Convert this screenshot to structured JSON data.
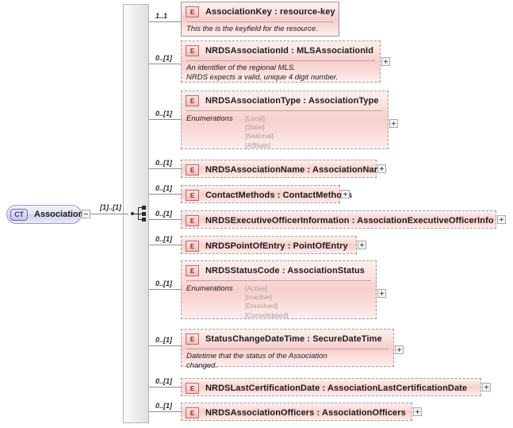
{
  "diagram": {
    "root": {
      "badge": "CT",
      "label": "Association",
      "cardinality": "[1]..[1]",
      "collapse_icon": "minus-icon",
      "compositor": "sequence-icon"
    },
    "element_badge": "E",
    "expand_icon": "plus-icon",
    "enumerations_label": "Enumerations",
    "elements": [
      {
        "name": "AssociationKey",
        "type": "resource-key",
        "title": "AssociationKey : resource-key",
        "cardinality": "1..1",
        "required": true,
        "doc": "This the is the keyfield for the resource.",
        "enumerations": [],
        "has_expand": false
      },
      {
        "name": "NRDSAssociationId",
        "type": "MLSAssociationId",
        "title": "NRDSAssociationId : MLSAssociationId",
        "cardinality": "0..[1]",
        "required": false,
        "doc": "An identifier of the regional MLS.\nNRDS expects a valid, unique 4 digit number.",
        "enumerations": [],
        "has_expand": true
      },
      {
        "name": "NRDSAssociationType",
        "type": "AssociationType",
        "title": "NRDSAssociationType : AssociationType",
        "cardinality": "0..[1]",
        "required": false,
        "doc": "",
        "enumerations": [
          "[Local]",
          "[State]",
          "[National]",
          "[Affiliate]"
        ],
        "has_expand": true
      },
      {
        "name": "NRDSAssociationName",
        "type": "AssociationName",
        "title": "NRDSAssociationName : AssociationName",
        "cardinality": "0..[1]",
        "required": false,
        "doc": "",
        "enumerations": [],
        "has_expand": true
      },
      {
        "name": "ContactMethods",
        "type": "ContactMethods",
        "title": "ContactMethods : ContactMethods",
        "cardinality": "0..[1]",
        "required": false,
        "doc": "",
        "enumerations": [],
        "has_expand": true
      },
      {
        "name": "NRDSExecutiveOfficerInformation",
        "type": "AssociationExecutiveOfficerInfo",
        "title": "NRDSExecutiveOfficerInformation : AssociationExecutiveOfficerInfo",
        "cardinality": "0..[1]",
        "required": false,
        "doc": "",
        "enumerations": [],
        "has_expand": true
      },
      {
        "name": "NRDSPointOfEntry",
        "type": "PointOfEntry",
        "title": "NRDSPointOfEntry : PointOfEntry",
        "cardinality": "0..[1]",
        "required": false,
        "doc": "",
        "enumerations": [],
        "has_expand": true
      },
      {
        "name": "NRDSStatusCode",
        "type": "AssociationStatus",
        "title": "NRDSStatusCode : AssociationStatus",
        "cardinality": "0..[1]",
        "required": false,
        "doc": "",
        "enumerations": [
          "[Active]",
          "[Inactive]",
          "[Dissolved]",
          "[Consolidated]"
        ],
        "has_expand": true
      },
      {
        "name": "StatusChangeDateTime",
        "type": "SecureDateTime",
        "title": "StatusChangeDateTime : SecureDateTime",
        "cardinality": "0..[1]",
        "required": false,
        "doc": "Datetime that the status of the Association\nchanged.",
        "enumerations": [],
        "has_expand": true
      },
      {
        "name": "NRDSLastCertificationDate",
        "type": "AssociationLastCertificationDate",
        "title": "NRDSLastCertificationDate : AssociationLastCertificationDate",
        "cardinality": "0..[1]",
        "required": false,
        "doc": "",
        "enumerations": [],
        "has_expand": true
      },
      {
        "name": "NRDSAssociationOfficers",
        "type": "AssociationOfficers",
        "title": "NRDSAssociationOfficers : AssociationOfficers",
        "cardinality": "0..[1]",
        "required": false,
        "doc": "",
        "enumerations": [],
        "has_expand": true
      }
    ]
  }
}
